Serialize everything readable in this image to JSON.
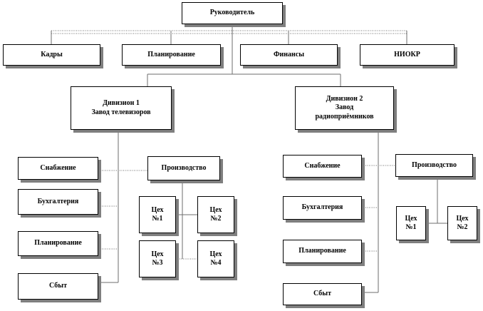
{
  "chart": {
    "head": "Руководитель",
    "staff": [
      "Кадры",
      "Планирование",
      "Финансы",
      "НИОКР"
    ],
    "division1": {
      "title": "Дивизион 1\nЗавод телевизоров",
      "departments": [
        "Снабжение",
        "Бухгалтерия",
        "Планирование",
        "Сбыт"
      ],
      "production": "Производство",
      "shops": [
        "Цех\n№1",
        "Цех\n№2",
        "Цех\n№3",
        "Цех\n№4"
      ]
    },
    "division2": {
      "title": "Дивизион 2\nЗавод\nрадиоприёмников",
      "departments": [
        "Снабжение",
        "Бухгалтерия",
        "Планирование",
        "Сбыт"
      ],
      "production": "Производство",
      "shops": [
        "Цех\n№1",
        "Цех\n№2"
      ]
    }
  }
}
